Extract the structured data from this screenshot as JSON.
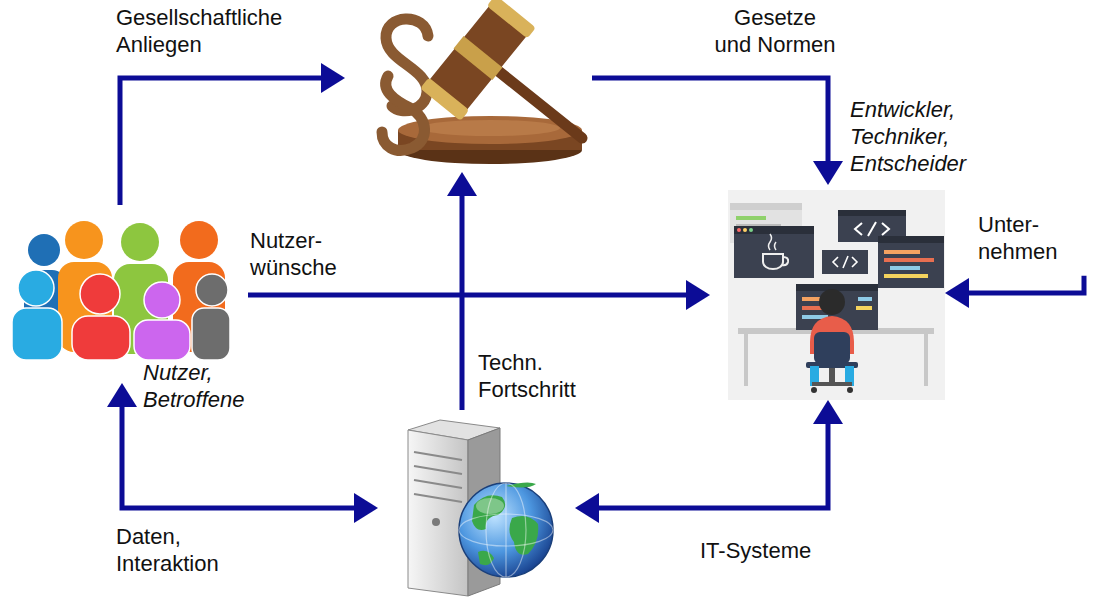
{
  "diagram": {
    "nodes": [
      {
        "text": []
      },
      {
        "text": [
          "Nutzer, Betroffene"
        ]
      },
      {
        "text": [
          "Entwickler, Techniker, Entscheider"
        ]
      },
      {
        "text": [
          "Unter- nehmen"
        ]
      },
      {
        "text": []
      }
    ],
    "edges": [
      {
        "from": 1,
        "to": 0,
        "arrow": "to",
        "label": "Gesellschaftliche Anliegen"
      },
      {
        "from": 0,
        "to": 2,
        "arrow": "to",
        "label": "Gesetze und Normen"
      },
      {
        "from": 1,
        "to": 2,
        "arrow": "to",
        "label": "Nutzer- wünsche"
      },
      {
        "from": 4,
        "to": 0,
        "arrow": "to",
        "label": "Techn. Fortschritt"
      },
      {
        "from": 1,
        "to": 4,
        "arrow": "both",
        "label": "Daten, Interaktion"
      },
      {
        "from": 2,
        "to": 4,
        "arrow": "both",
        "label": "IT-Systeme"
      },
      {
        "from": 3,
        "to": 2,
        "arrow": "to"
      }
    ]
  }
}
